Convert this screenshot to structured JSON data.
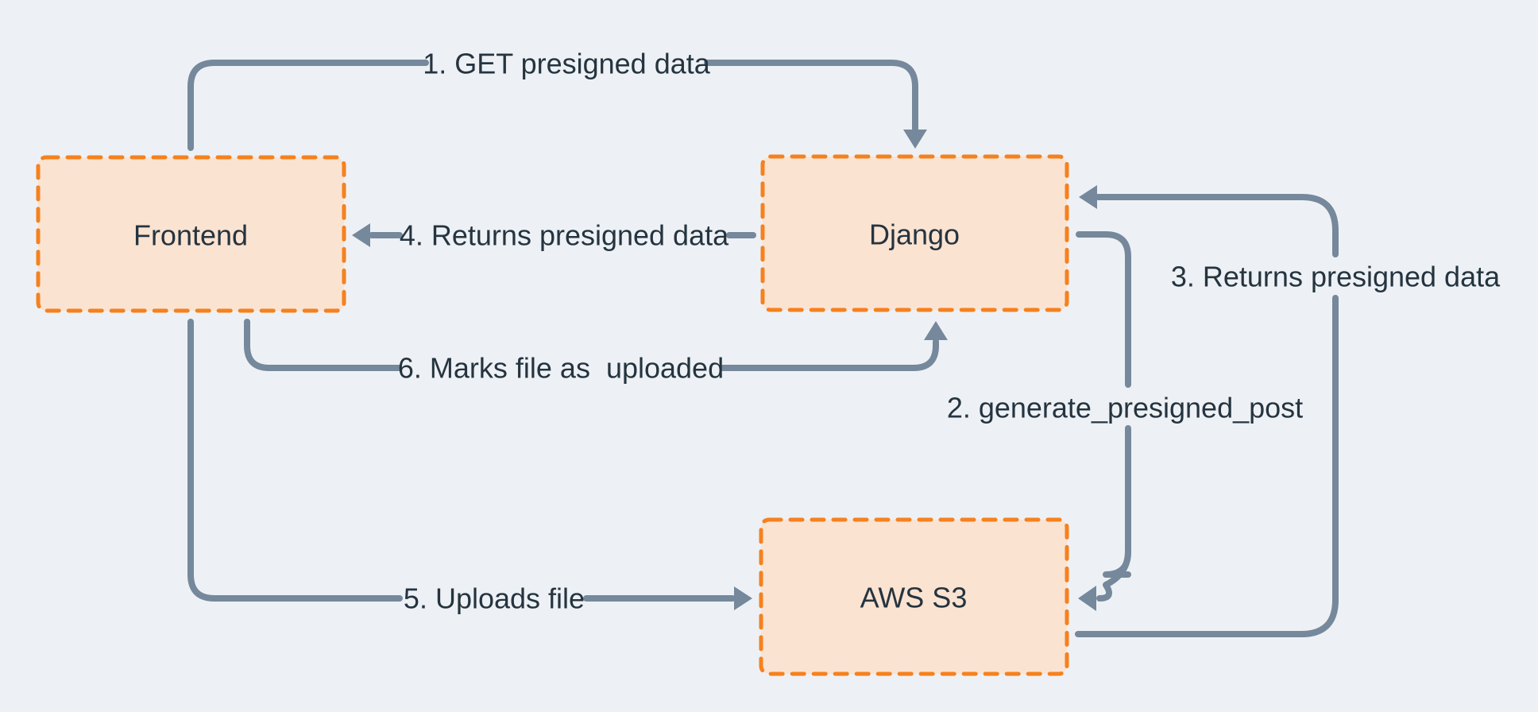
{
  "diagram": {
    "type": "flow-diagram",
    "nodes": {
      "frontend": {
        "label": "Frontend"
      },
      "django": {
        "label": "Django"
      },
      "aws_s3": {
        "label": "AWS S3"
      }
    },
    "arrows": [
      {
        "step": 1,
        "label": "1. GET presigned data",
        "from": "frontend",
        "to": "django"
      },
      {
        "step": 2,
        "label": "2. generate_presigned_post",
        "from": "django",
        "to": "aws_s3"
      },
      {
        "step": 3,
        "label": "3. Returns presigned data",
        "from": "aws_s3",
        "to": "django"
      },
      {
        "step": 4,
        "label": "4. Returns presigned data",
        "from": "django",
        "to": "frontend"
      },
      {
        "step": 5,
        "label": "5. Uploads file",
        "from": "frontend",
        "to": "aws_s3"
      },
      {
        "step": 6,
        "label": "6. Marks file as  uploaded",
        "from": "frontend",
        "to": "django"
      }
    ],
    "colors": {
      "background": "#edf1f5",
      "node_fill": "#fbe3d2",
      "node_border": "#f5811e",
      "arrow": "#76889b",
      "text": "#25343f"
    }
  }
}
